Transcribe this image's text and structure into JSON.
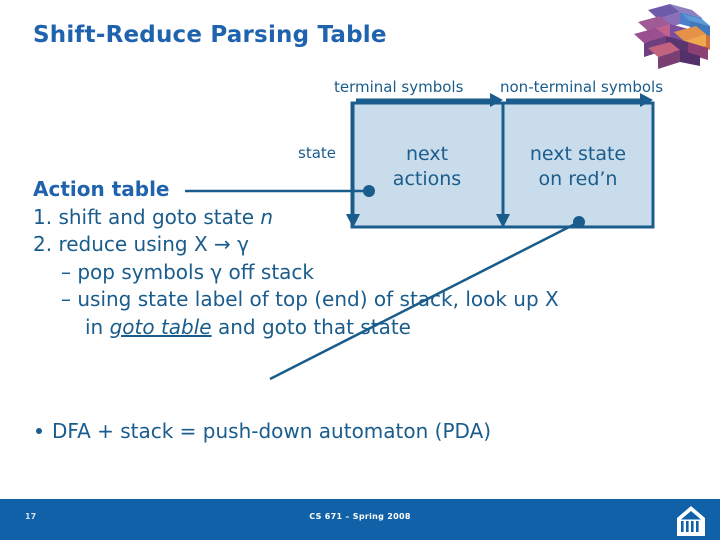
{
  "slide": {
    "title": "Shift-Reduce Parsing Table",
    "accent_color": "#1f62ad",
    "text_color": "#1a5c8c",
    "table_fill": "#c8dcec",
    "table_border": "#1a5c8c",
    "footer_bar_color": "#1161a8"
  },
  "diagram": {
    "header_left": "terminal symbols",
    "header_right": "non-terminal symbols",
    "row_label": "state",
    "cells": [
      {
        "line1": "next",
        "line2": "actions"
      },
      {
        "line1": "next state",
        "line2": "on red’n"
      }
    ]
  },
  "body": {
    "heading": "Action table",
    "lines": [
      {
        "text": "1. shift and goto state ",
        "emph": "n",
        "emph_style": "italic",
        "indent": 0
      },
      {
        "text": "2. reduce using X → γ",
        "indent": 0
      },
      {
        "text": "–  pop symbols γ off stack",
        "indent": 1
      },
      {
        "text": "–  using state label of top (end) of stack, look up X",
        "indent": 1
      },
      {
        "prefix": "in ",
        "emph": "goto table",
        "emph_style": "italic-underline",
        "suffix": " and goto that state",
        "indent": 2
      }
    ],
    "final_bullet": "DFA + stack = push-down automaton (PDA)"
  },
  "footer": {
    "page_number": "17",
    "course": "CS 671 – Spring 2008",
    "seal_name": "university-seal"
  },
  "icons": {
    "brand": "cube-blocks-logo",
    "seal": "building-archway-icon"
  }
}
